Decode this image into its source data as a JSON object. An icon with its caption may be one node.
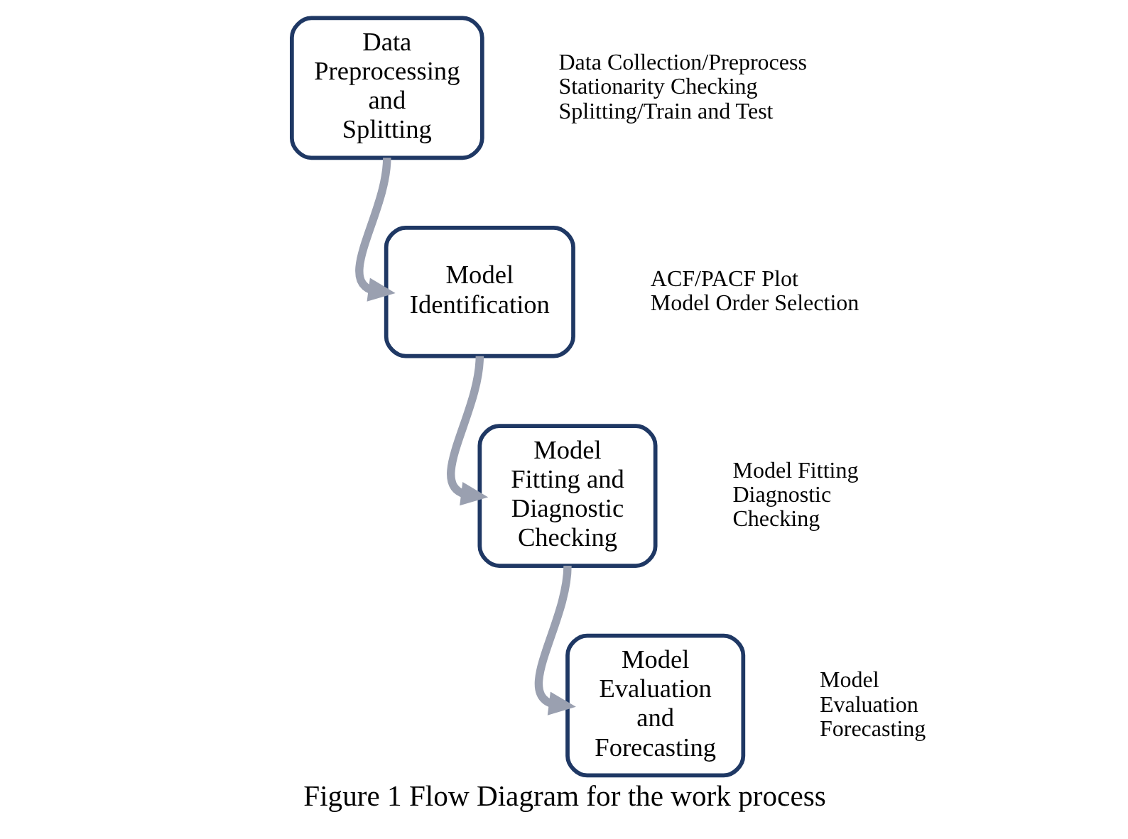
{
  "diagram": {
    "caption": "Figure 1 Flow Diagram for the work process",
    "nodes": [
      {
        "text": [
          "Data Preprocessing and Splitting"
        ],
        "beside": [
          "Data Collection/Preprocess",
          "Stationarity Checking",
          "Splitting/Train and Test"
        ]
      },
      {
        "text": [
          "Model Identification"
        ],
        "beside": [
          "ACF/PACF Plot",
          "Model Order Selection"
        ]
      },
      {
        "text": [
          "Model Fitting and Diagnostic Checking"
        ],
        "beside": [
          "Model Fitting",
          "Diagnostic",
          "Checking"
        ]
      },
      {
        "text": [
          "Model Evaluation and Forecasting"
        ],
        "beside": [
          "Model",
          "Evaluation",
          "Forecasting"
        ]
      }
    ],
    "edges": [
      {
        "from": 0,
        "to": 1,
        "arrow": "to"
      },
      {
        "from": 1,
        "to": 2,
        "arrow": "to"
      },
      {
        "from": 2,
        "to": 3,
        "arrow": "to"
      }
    ]
  }
}
